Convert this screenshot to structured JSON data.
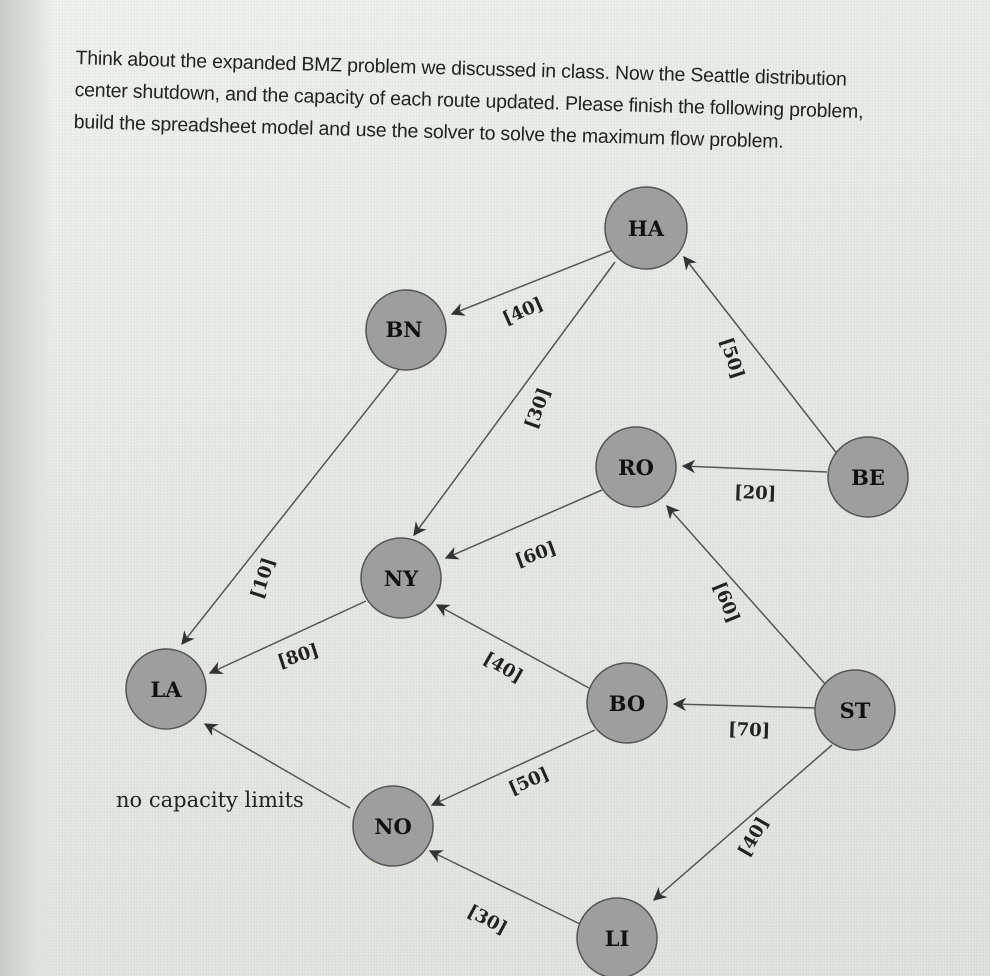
{
  "problem": {
    "lines": [
      "Think about the expanded BMZ problem we discussed in class. Now the Seattle distribution",
      "center shutdown, and the capacity of each route updated. Please finish the following problem,",
      "build the spreadsheet model and use the solver to solve the maximum flow problem."
    ]
  },
  "diagram": {
    "nodes": {
      "HA": "HA",
      "BN": "BN",
      "RO": "RO",
      "BE": "BE",
      "NY": "NY",
      "LA": "LA",
      "BO": "BO",
      "ST": "ST",
      "NO": "NO",
      "LI": "LI"
    },
    "edges": [
      {
        "from": "HA",
        "to": "BN",
        "label": "[40]"
      },
      {
        "from": "HA",
        "to": "NY",
        "label": "[30]"
      },
      {
        "from": "BE",
        "to": "HA",
        "label": "[50]"
      },
      {
        "from": "BE",
        "to": "RO",
        "label": "[20]"
      },
      {
        "from": "RO",
        "to": "NY",
        "label": "[60]"
      },
      {
        "from": "ST",
        "to": "RO",
        "label": "[60]"
      },
      {
        "from": "BN",
        "to": "LA",
        "label": "[10]"
      },
      {
        "from": "NY",
        "to": "LA",
        "label": "[80]"
      },
      {
        "from": "BO",
        "to": "NY",
        "label": "[40]"
      },
      {
        "from": "ST",
        "to": "BO",
        "label": "[70]"
      },
      {
        "from": "BO",
        "to": "NO",
        "label": "[50]"
      },
      {
        "from": "ST",
        "to": "LI",
        "label": "[40]"
      },
      {
        "from": "LI",
        "to": "NO",
        "label": "[30]"
      },
      {
        "from": "NO",
        "to": "LA",
        "label": ""
      }
    ],
    "note": "no capacity limits"
  }
}
